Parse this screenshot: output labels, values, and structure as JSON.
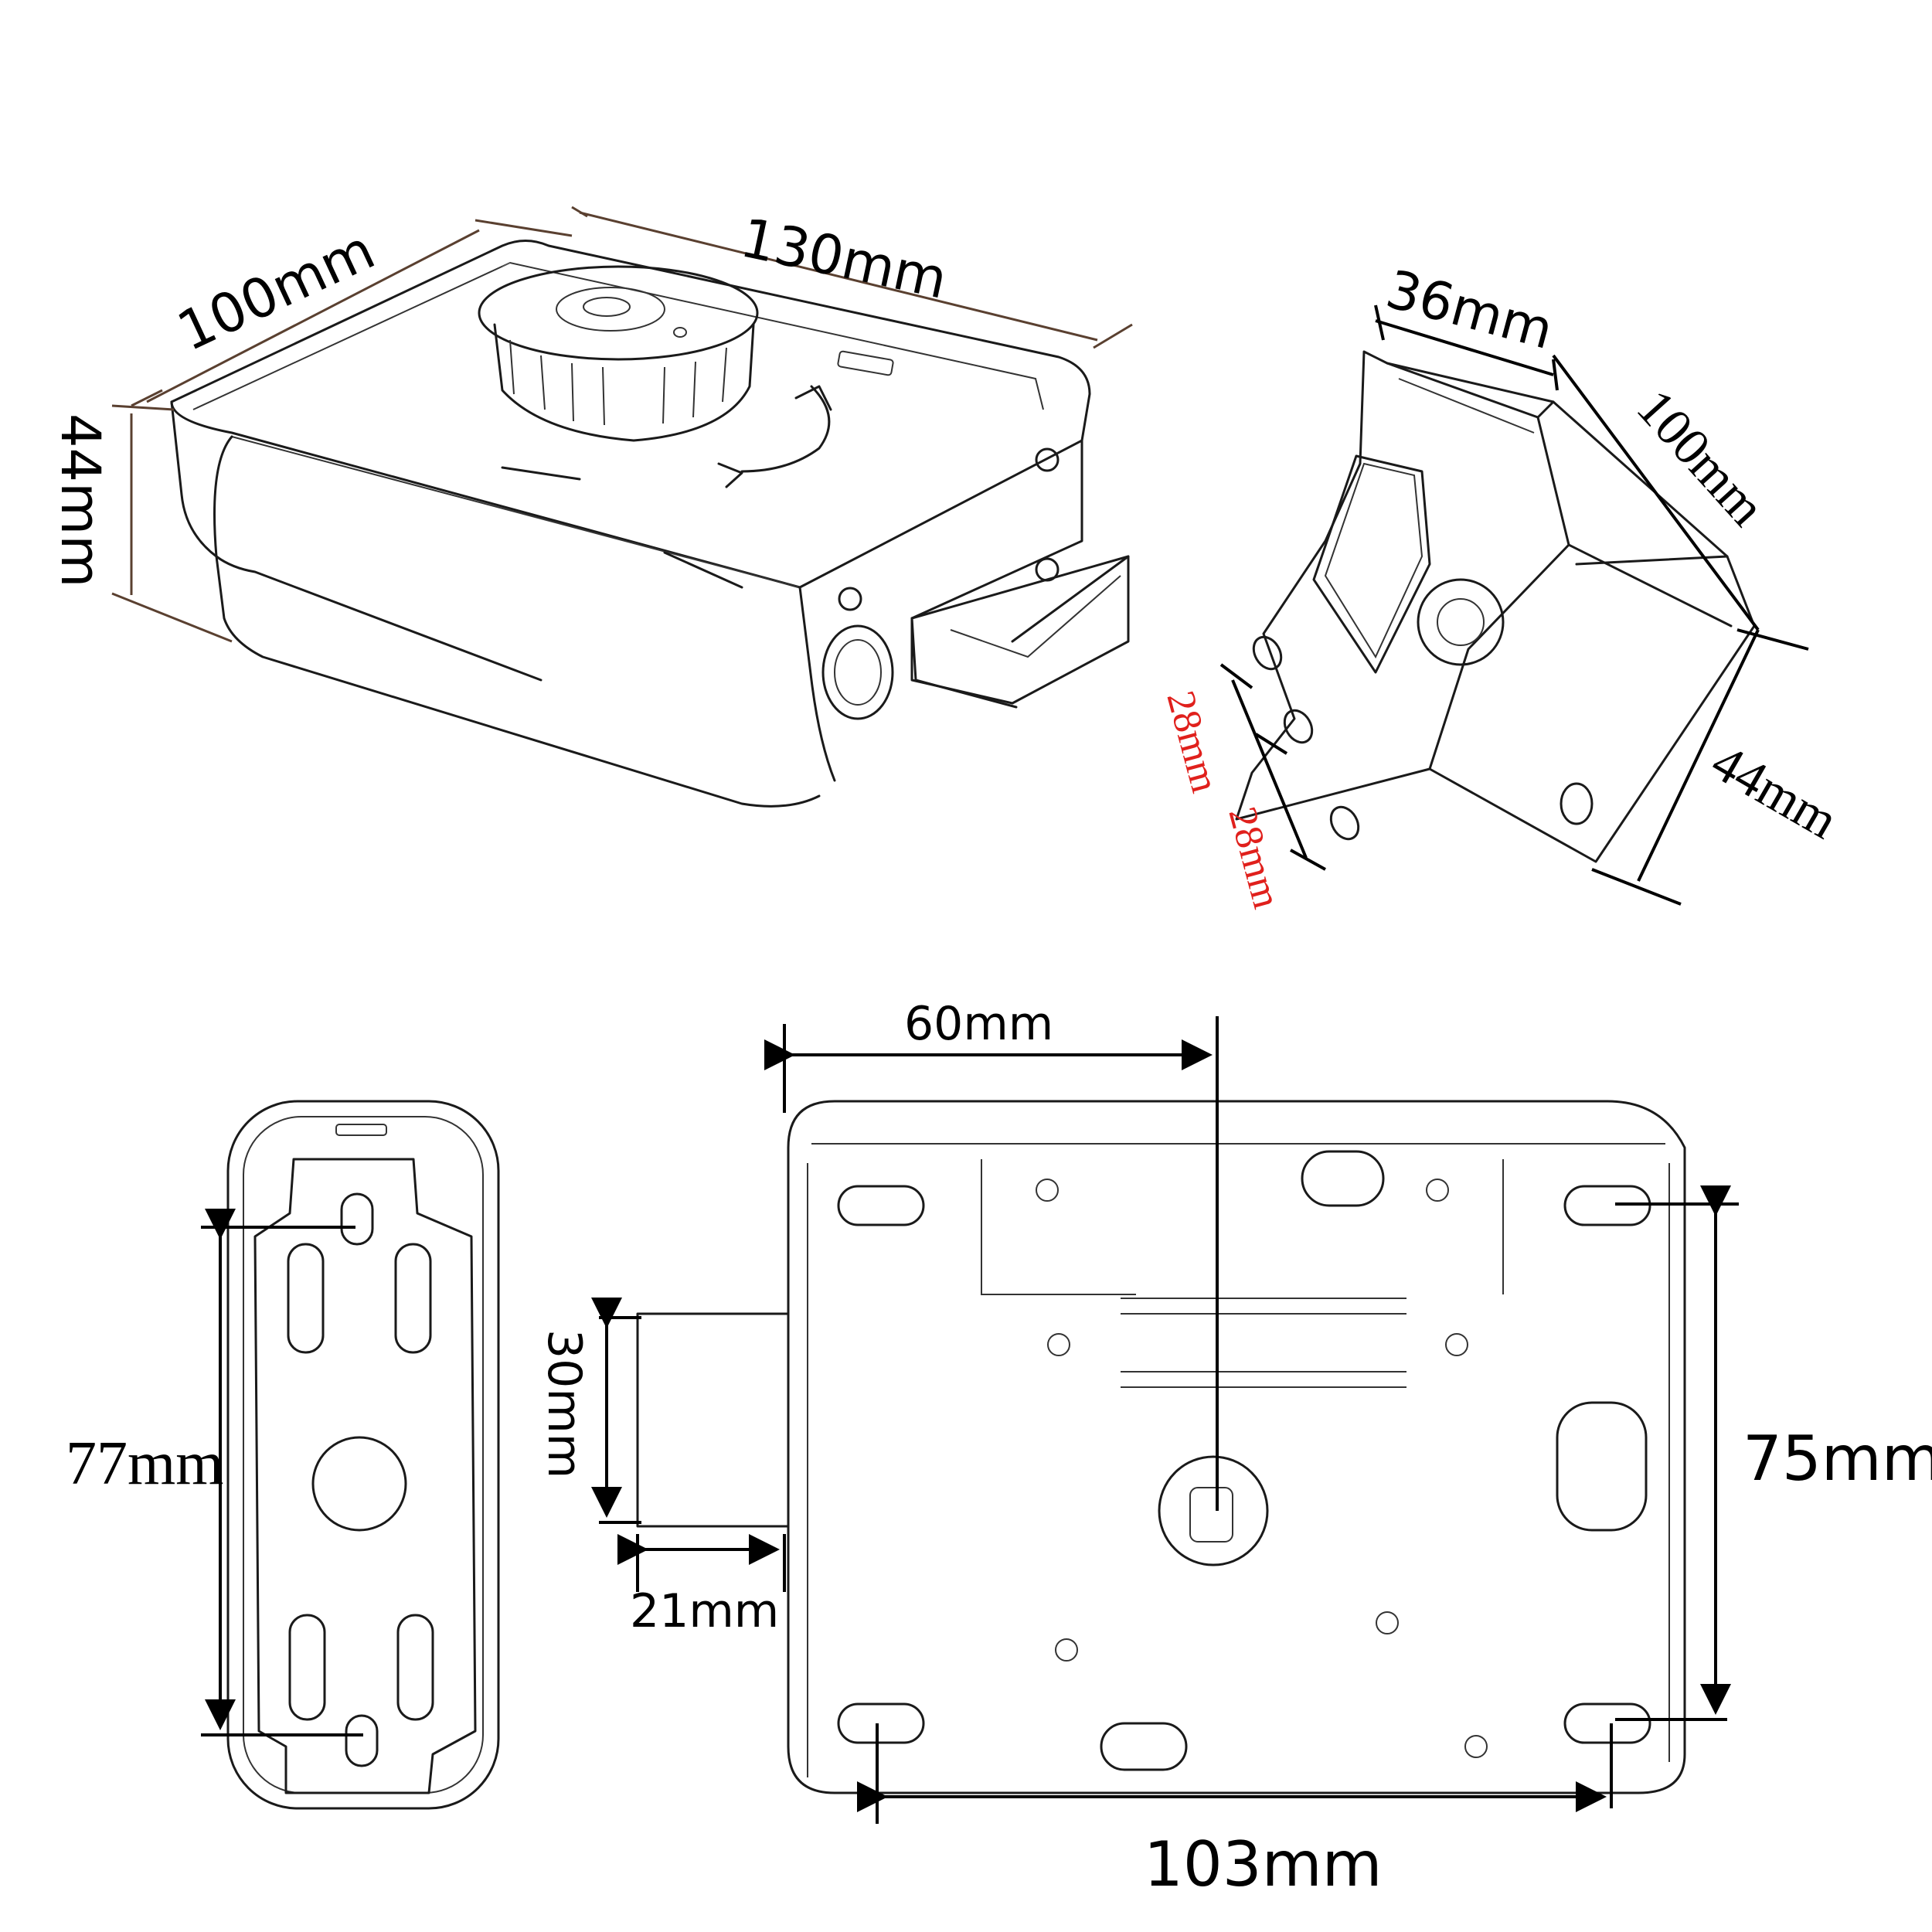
{
  "dimensions": {
    "iso_length": "130mm",
    "iso_width": "100mm",
    "iso_height": "44mm",
    "side_depth": "36mm",
    "side_width": "100mm",
    "side_height": "44mm",
    "hole_spacing_1": "28mm",
    "hole_spacing_2": "28mm",
    "back_height": "77mm",
    "bolt_height": "30mm",
    "bolt_length": "21mm",
    "key_offset": "60mm",
    "front_hole_height": "75mm",
    "front_hole_width": "103mm"
  },
  "colors": {
    "outline": "#1a1a1a",
    "dimension": "#000000",
    "dimension_alt": "#5a4030",
    "accent": "#e0201c"
  }
}
